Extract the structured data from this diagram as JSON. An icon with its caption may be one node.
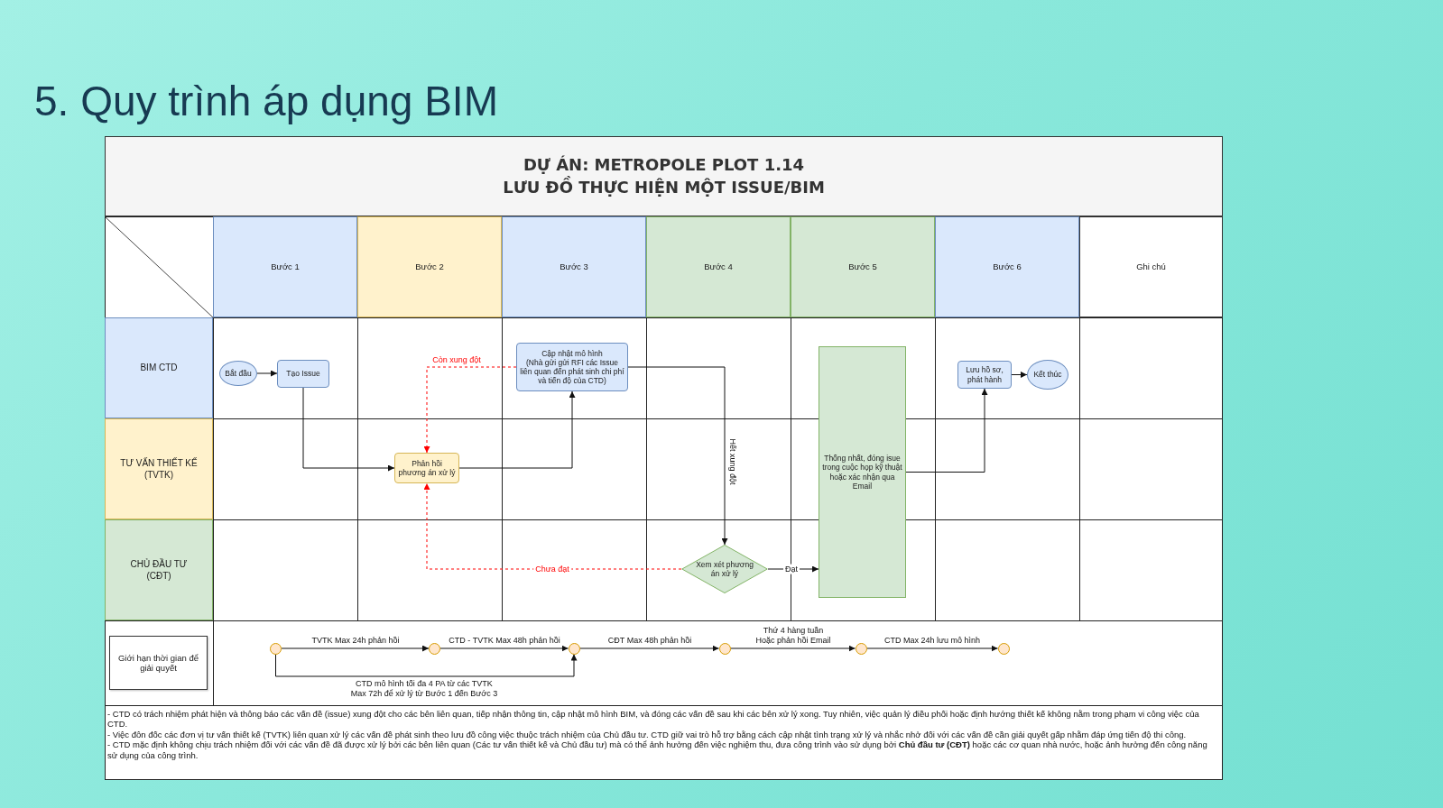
{
  "diagram": {
    "title": "5. Quy trình áp dụng BIM",
    "nodes": [
      {
        "text": [
          "DỰ ÁN: METROPOLE PLOT 1.14",
          "LƯU ĐỒ THỰC HIỆN MỘT ISSUE/BIM"
        ]
      },
      {
        "text": [
          "Bước 1"
        ]
      },
      {
        "text": [
          "Bước 2"
        ]
      },
      {
        "text": [
          "Bước 3"
        ]
      },
      {
        "text": [
          "Bước 4"
        ]
      },
      {
        "text": [
          "Bước 5"
        ]
      },
      {
        "text": [
          "Bước 6"
        ]
      },
      {
        "text": [
          "Ghi chú"
        ]
      },
      {
        "text": [
          "BIM CTD"
        ]
      },
      {
        "text": [
          "TƯ VẤN THIẾT KẾ (TVTK)"
        ]
      },
      {
        "text": [
          "CHỦ ĐẦU TƯ (CĐT)"
        ]
      },
      {
        "text": [
          "Bắt đầu"
        ]
      },
      {
        "text": [
          "Tạo Issue"
        ]
      },
      {
        "text": [
          "Cập nhật mô hình",
          "(Nhà gửi gửi RFI các Issue liên quan đến phát sinh chi phí và tiến độ của CTD)"
        ]
      },
      {
        "text": [
          "Thống nhất, đóng isue trong cuộc họp kỹ thuật hoặc xác nhận qua Email"
        ]
      },
      {
        "text": [
          "Lưu hồ sơ, phát hành"
        ]
      },
      {
        "text": [
          "Kết thúc"
        ]
      },
      {
        "text": [
          "Phản hồi phương án xử lý"
        ]
      },
      {
        "text": [
          "Xem xét phương án xử lý"
        ]
      },
      {
        "text": [
          "Giới hạn thời gian để giải quyết"
        ]
      },
      {
        "text": [],
        "shape": "circle"
      },
      {
        "text": [],
        "shape": "circle"
      },
      {
        "text": [],
        "shape": "circle"
      },
      {
        "text": [],
        "shape": "circle"
      },
      {
        "text": [],
        "shape": "circle"
      },
      {
        "text": [],
        "shape": "circle"
      }
    ],
    "edges": [
      {
        "from": 11,
        "to": 12,
        "arrow": "to"
      },
      {
        "from": 12,
        "to": 17,
        "arrow": "to"
      },
      {
        "from": 17,
        "to": 13,
        "arrow": "to"
      },
      {
        "from": 13,
        "to": 17,
        "arrow": "to",
        "label": "Còn xung đột",
        "style": "dashed",
        "color": "#ff0000"
      },
      {
        "from": 13,
        "to": 18,
        "arrow": "to",
        "label": "Hết xung đột"
      },
      {
        "from": 18,
        "to": 17,
        "arrow": "to",
        "label": "Chưa đạt",
        "style": "dashed",
        "color": "#ff0000"
      },
      {
        "from": 18,
        "to": 14,
        "arrow": "to",
        "label": "Đạt"
      },
      {
        "from": 14,
        "to": 15,
        "arrow": "to"
      },
      {
        "from": 15,
        "to": 16,
        "arrow": "to"
      },
      {
        "from": 20,
        "to": 21,
        "arrow": "to",
        "label": "TVTK Max 24h phản hồi"
      },
      {
        "from": 21,
        "to": 22,
        "arrow": "to",
        "label": "CTD - TVTK Max 48h phản hồi"
      },
      {
        "from": 22,
        "to": 23,
        "arrow": "to",
        "label": "CĐT Max 48h phản hồi"
      },
      {
        "from": 23,
        "to": 24,
        "arrow": "to",
        "label": "Thứ 4 hàng tuần Hoặc phản hồi Email"
      },
      {
        "from": 24,
        "to": 25,
        "arrow": "to",
        "label": "CTD Max 24h lưu mô hình"
      },
      {
        "from": 20,
        "to": 22,
        "arrow": "to",
        "label": "CTD mô hình tối đa 4 PA từ các TVTK Max 72h để xử lý từ Bước 1 đến Bước 3"
      }
    ],
    "labels": [
      "- CTD có trách nhiệm phát hiện và thông báo các vấn đề (issue) xung đột cho các bên liên quan, tiếp nhận thông tin, cập nhật mô hình BIM, và đóng các vấn đề sau khi các bên xử lý xong. Tuy nhiên, việc quản lý điều phối hoặc định hướng thiết kế không nằm trong phạm vi công việc của CTD.",
      "- Việc đôn đốc các đơn vị tư vấn thiết kế (TVTK) liên quan xử lý các vấn đề phát sinh theo lưu đồ công việc thuộc trách nhiệm của Chủ đầu tư. CTD giữ vai trò hỗ trợ bằng cách cập nhật tình trạng xử lý và nhắc nhở đối với các vấn đề cần giải quyết gấp nhằm đáp ứng tiến độ thi công.",
      "- CTD mặc định không chịu trách nhiệm đối với các vấn đề đã được xử lý bởi các bên liên quan (Các tư vấn thiết kế và Chủ đầu tư) mà có thể ảnh hưởng đến việc nghiệm thu, đưa công trình vào sử dụng bởi **Chủ đầu tư (CĐT)** hoặc các cơ quan nhà nước, hoặc ảnh hưởng đến công năng sử dụng của công trình."
    ]
  }
}
